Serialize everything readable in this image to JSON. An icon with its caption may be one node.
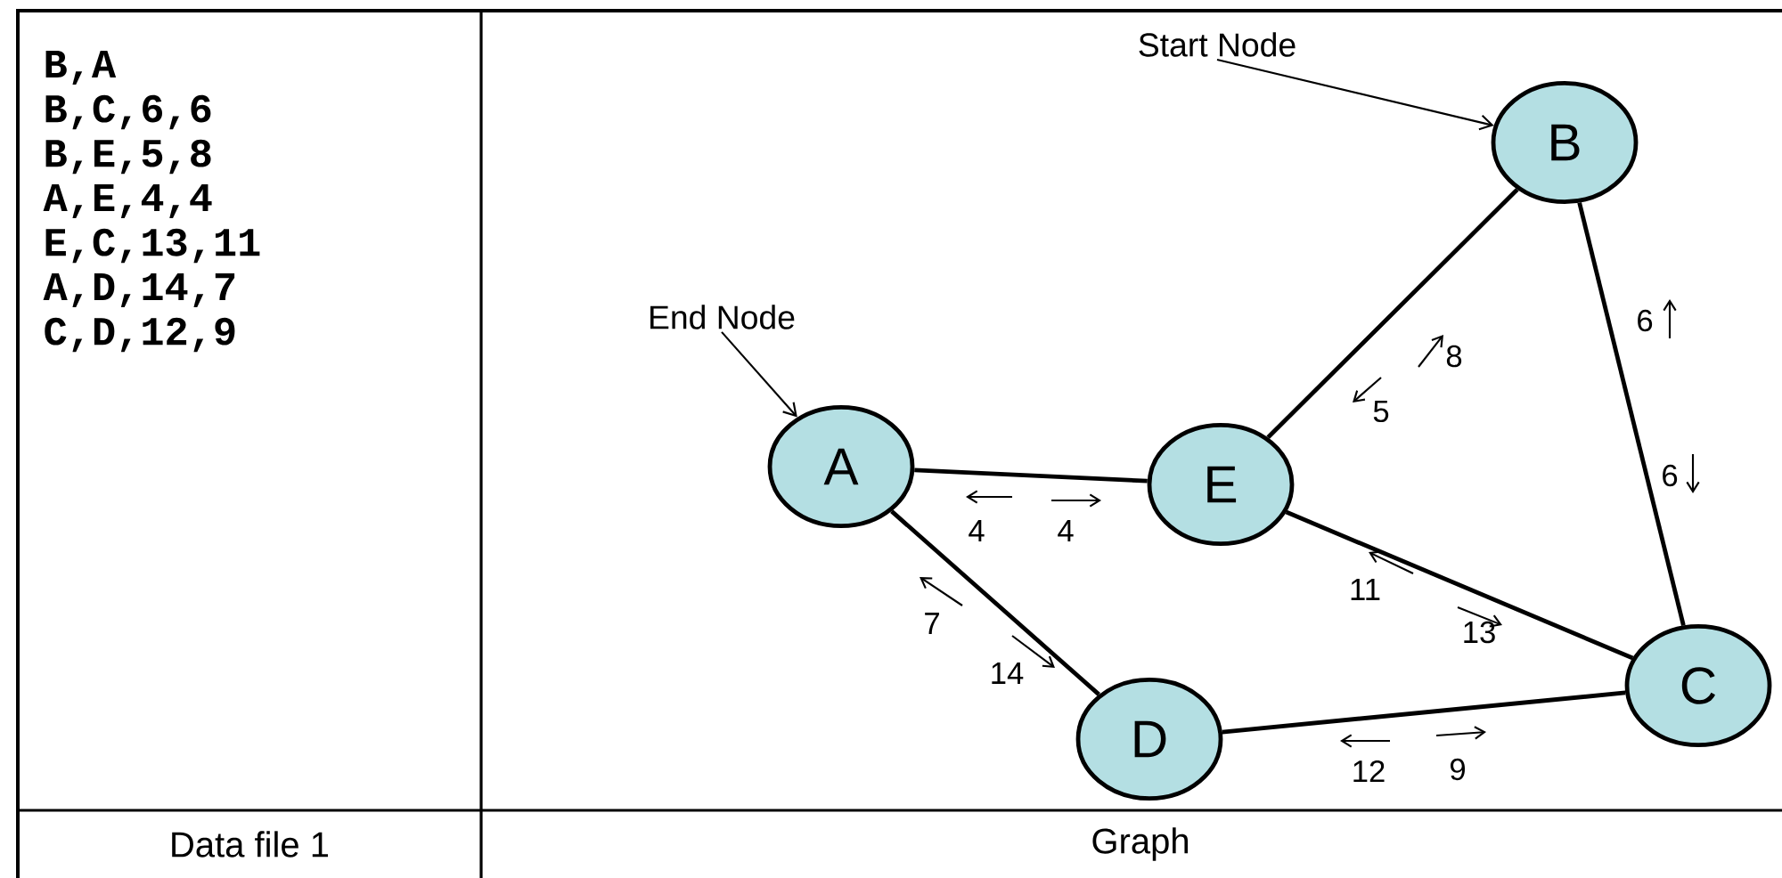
{
  "diagram": {
    "nodes": [
      {
        "text": [
          "Start Node"
        ]
      },
      {
        "text": [
          "B"
        ]
      },
      {
        "text": [
          "End Node"
        ]
      },
      {
        "text": [
          "A"
        ]
      },
      {
        "text": [
          "E"
        ]
      },
      {
        "text": [
          "C"
        ]
      },
      {
        "text": [
          "D"
        ]
      }
    ],
    "edges": [
      {
        "from": 0,
        "to": 1,
        "arrow": "to"
      },
      {
        "from": 2,
        "to": 3,
        "arrow": "to"
      },
      {
        "from": 1,
        "to": 4,
        "arrow": "none"
      },
      {
        "from": 1,
        "to": 5,
        "arrow": "none"
      },
      {
        "from": 3,
        "to": 4,
        "arrow": "none"
      },
      {
        "from": 4,
        "to": 5,
        "arrow": "none"
      },
      {
        "from": 3,
        "to": 6,
        "arrow": "none"
      },
      {
        "from": 6,
        "to": 5,
        "arrow": "none"
      }
    ],
    "labels": [
      "B,A",
      "B,C,6,6",
      "B,E,5,8",
      "A,E,4,4",
      "E,C,13,11",
      "A,D,14,7",
      "C,D,12,9",
      "6",
      "8",
      "5",
      "6",
      "4",
      "4",
      "11",
      "7",
      "13",
      "14",
      "12",
      "9",
      "Data file 1",
      "Graph"
    ]
  }
}
